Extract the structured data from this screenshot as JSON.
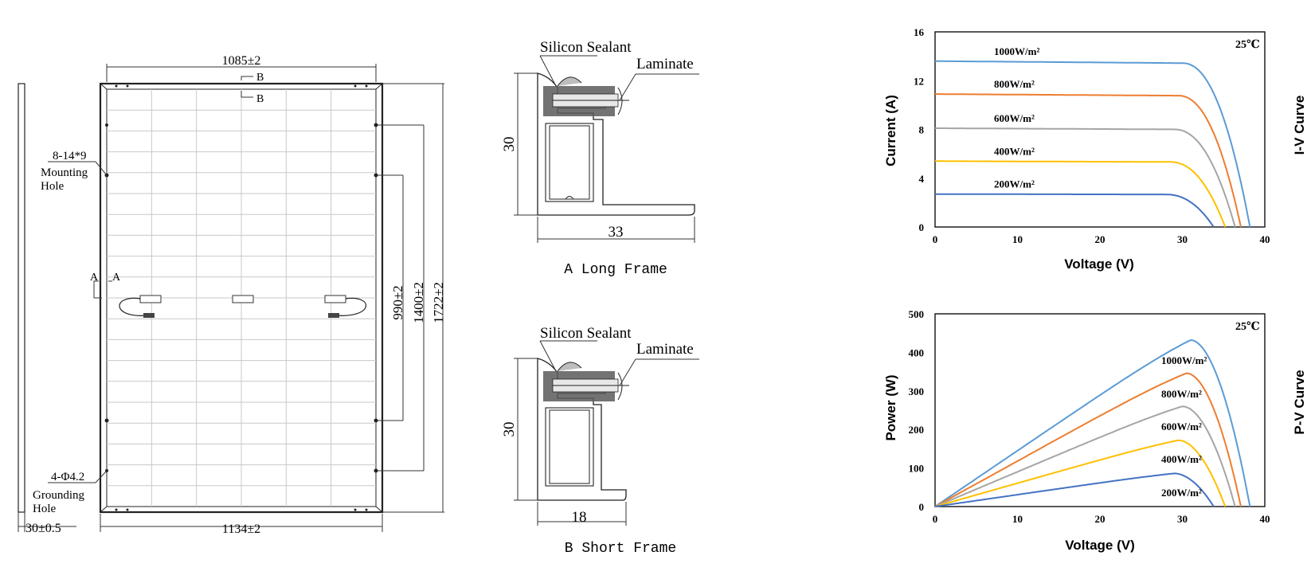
{
  "panel_drawing": {
    "width_top": "1085±2",
    "width_bottom": "1134±2",
    "mounting_hole": [
      "8-14*9",
      "Mounting",
      "Hole"
    ],
    "grounding_hole": [
      "4-Φ4.2",
      "Grounding",
      "Hole"
    ],
    "thickness": "30±0.5",
    "height_990": "990±2",
    "height_1400": "1400±2",
    "height_1722": "1722±2",
    "section_b": "B",
    "section_a": "A"
  },
  "long_frame": {
    "sealant": "Silicon Sealant",
    "laminate": "Laminate",
    "height": "30",
    "width": "33",
    "caption": "A Long Frame"
  },
  "short_frame": {
    "sealant": "Silicon Sealant",
    "laminate": "Laminate",
    "height": "30",
    "width": "18",
    "caption": "B Short Frame"
  },
  "chart_data": [
    {
      "type": "line",
      "title": "I-V Curve",
      "xlabel": "Voltage (V)",
      "ylabel": "Current (A)",
      "temperature": "25℃",
      "xlim": [
        0,
        40
      ],
      "ylim": [
        0,
        16
      ],
      "xticks": [
        "0",
        "10",
        "20",
        "30",
        "40"
      ],
      "yticks": [
        "0",
        "4",
        "8",
        "12",
        "16"
      ],
      "grid": false,
      "series": [
        {
          "name": "1000W/m²",
          "color": "#5b9bd5",
          "isc": 13.6,
          "voc": 38.2,
          "vknee": 30.0
        },
        {
          "name": "800W/m²",
          "color": "#ed7d31",
          "isc": 10.9,
          "voc": 37.1,
          "vknee": 29.5
        },
        {
          "name": "600W/m²",
          "color": "#a5a5a5",
          "isc": 8.1,
          "voc": 36.4,
          "vknee": 29.0
        },
        {
          "name": "400W/m²",
          "color": "#ffc000",
          "isc": 5.4,
          "voc": 35.2,
          "vknee": 28.5
        },
        {
          "name": "200W/m²",
          "color": "#4472c4",
          "isc": 2.7,
          "voc": 33.8,
          "vknee": 28.0
        }
      ]
    },
    {
      "type": "line",
      "title": "P-V Curve",
      "xlabel": "Voltage (V)",
      "ylabel": "Power (W)",
      "temperature": "25℃",
      "xlim": [
        0,
        40
      ],
      "ylim": [
        0,
        500
      ],
      "xticks": [
        "0",
        "10",
        "20",
        "30",
        "40"
      ],
      "yticks": [
        "0",
        "100",
        "200",
        "300",
        "400",
        "500"
      ],
      "grid": false,
      "series": [
        {
          "name": "1000W/m²",
          "color": "#5b9bd5",
          "vmp": 31.0,
          "pmax": 432,
          "voc": 38.2
        },
        {
          "name": "800W/m²",
          "color": "#ed7d31",
          "vmp": 30.5,
          "pmax": 346,
          "voc": 37.1
        },
        {
          "name": "600W/m²",
          "color": "#a5a5a5",
          "vmp": 30.0,
          "pmax": 260,
          "voc": 36.4
        },
        {
          "name": "400W/m²",
          "color": "#ffc000",
          "vmp": 29.5,
          "pmax": 172,
          "voc": 35.2
        },
        {
          "name": "200W/m²",
          "color": "#4472c4",
          "vmp": 29.0,
          "pmax": 86,
          "voc": 33.8
        }
      ]
    }
  ]
}
